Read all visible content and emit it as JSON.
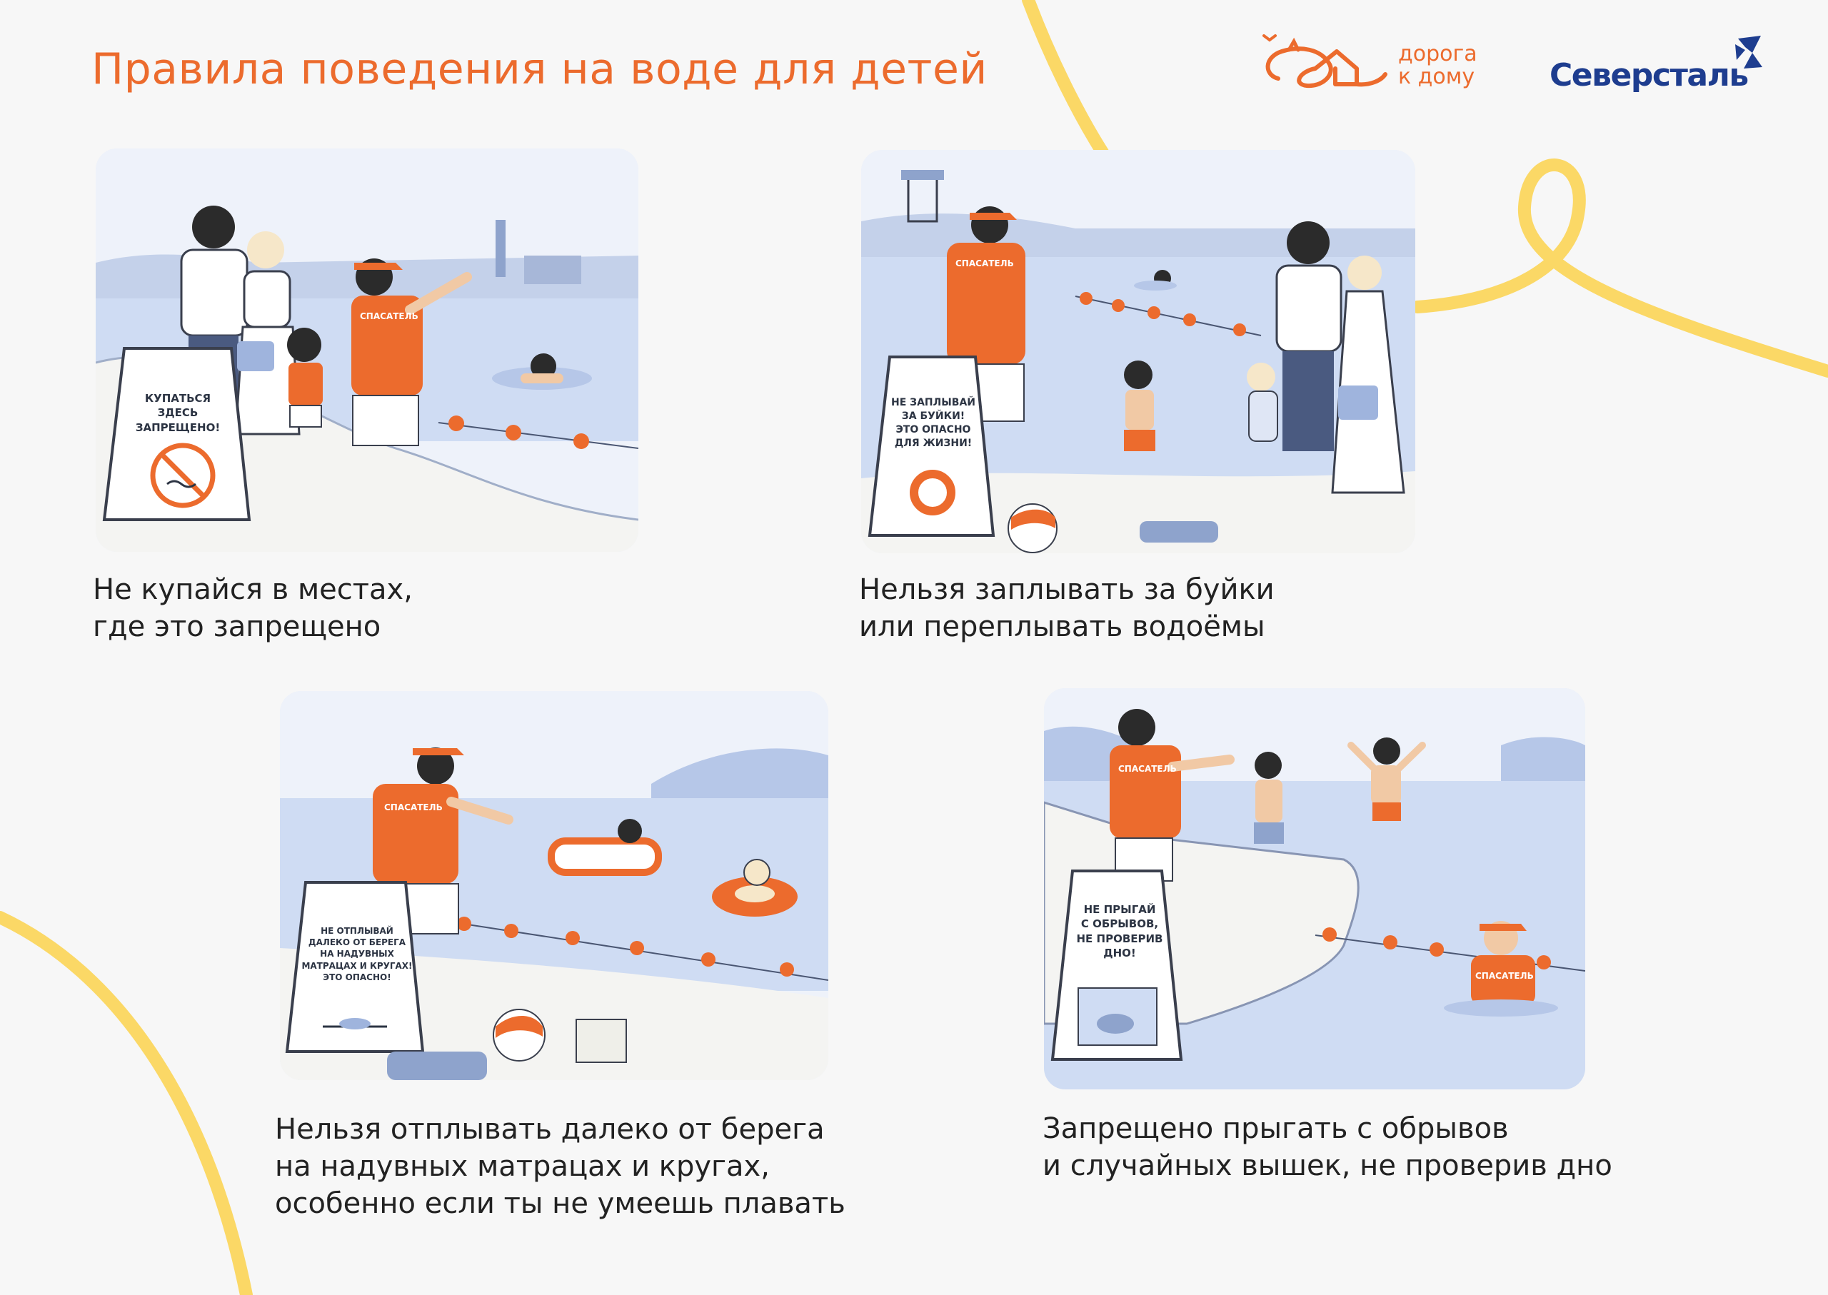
{
  "page": {
    "title": "Правила поведения на воде для детей",
    "colors": {
      "accent": "#ec6b2d",
      "brand_blue": "#1e3d8f",
      "ribbon": "#fbd866",
      "water": "#cfdcf3"
    }
  },
  "logos": {
    "doroga": {
      "line1": "дорога",
      "line2": "к дому"
    },
    "severstal": {
      "wordmark": "Северсталь"
    }
  },
  "panels": [
    {
      "sign": [
        "КУПАТЬСЯ",
        "ЗДЕСЬ",
        "ЗАПРЕЩЕНО!"
      ],
      "shirt": "СПАСАТЕЛЬ",
      "caption": [
        "Не купайся в местах,",
        "где это запрещено"
      ]
    },
    {
      "sign": [
        "НЕ ЗАПЛЫВАЙ",
        "ЗА БУЙКИ!",
        "ЭТО ОПАСНО",
        "ДЛЯ ЖИЗНИ!"
      ],
      "shirt": "СПАСАТЕЛЬ",
      "caption": [
        "Нельзя заплывать за буйки",
        "или переплывать водоёмы"
      ]
    },
    {
      "sign": [
        "НЕ ОТПЛЫВАЙ",
        "ДАЛЕКО ОТ БЕРЕГА",
        "НА НАДУВНЫХ",
        "МАТРАЦАХ И КРУГАХ!",
        "ЭТО ОПАСНО!"
      ],
      "shirt": "СПАСАТЕЛЬ",
      "caption": [
        "Нельзя отплывать далеко от берега",
        "на надувных матрацах и кругах,",
        "особенно если ты не умеешь плавать"
      ]
    },
    {
      "sign": [
        "НЕ ПРЫГАЙ",
        "С ОБРЫВОВ,",
        "НЕ ПРОВЕРИВ",
        "ДНО!"
      ],
      "shirt": "СПАСАТЕЛЬ",
      "shirt2": "СПАСАТЕЛЬ",
      "caption": [
        "Запрещено прыгать с обрывов",
        "и случайных вышек, не проверив дно"
      ]
    }
  ]
}
